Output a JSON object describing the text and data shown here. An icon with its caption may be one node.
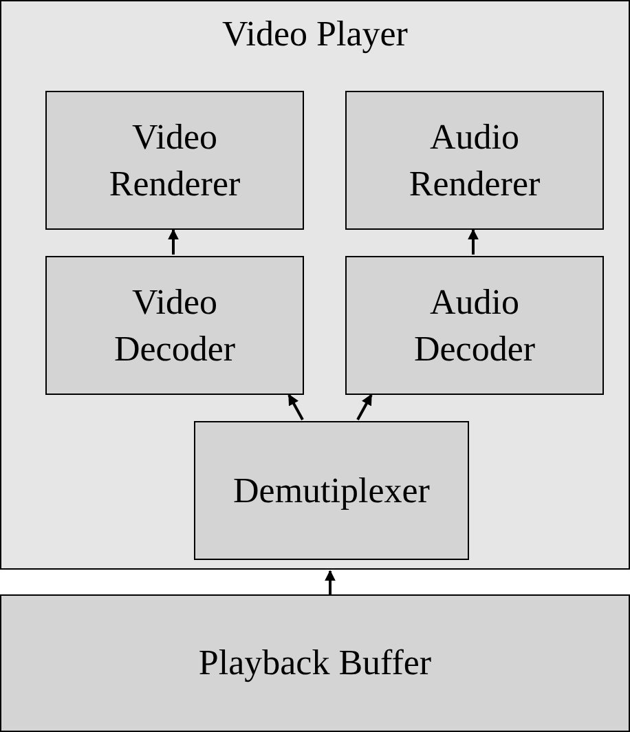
{
  "diagram": {
    "nodes": [
      {
        "text": [
          "Video Player"
        ]
      },
      {
        "text": [
          "Video Renderer"
        ],
        "in": 0
      },
      {
        "text": [
          "Audio Renderer"
        ],
        "in": 0
      },
      {
        "text": [
          "Video Decoder"
        ],
        "in": 0
      },
      {
        "text": [
          "Audio Decoder"
        ],
        "in": 0
      },
      {
        "text": [
          "Demutiplexer"
        ],
        "in": 0
      },
      {
        "text": [
          "Playback Buffer"
        ]
      }
    ],
    "edges": [
      {
        "from": 3,
        "to": 1,
        "arrow": "to"
      },
      {
        "from": 4,
        "to": 2,
        "arrow": "to"
      },
      {
        "from": 5,
        "to": 3,
        "arrow": "to"
      },
      {
        "from": 5,
        "to": 4,
        "arrow": "to"
      },
      {
        "from": 6,
        "to": 0,
        "arrow": "to"
      }
    ]
  }
}
